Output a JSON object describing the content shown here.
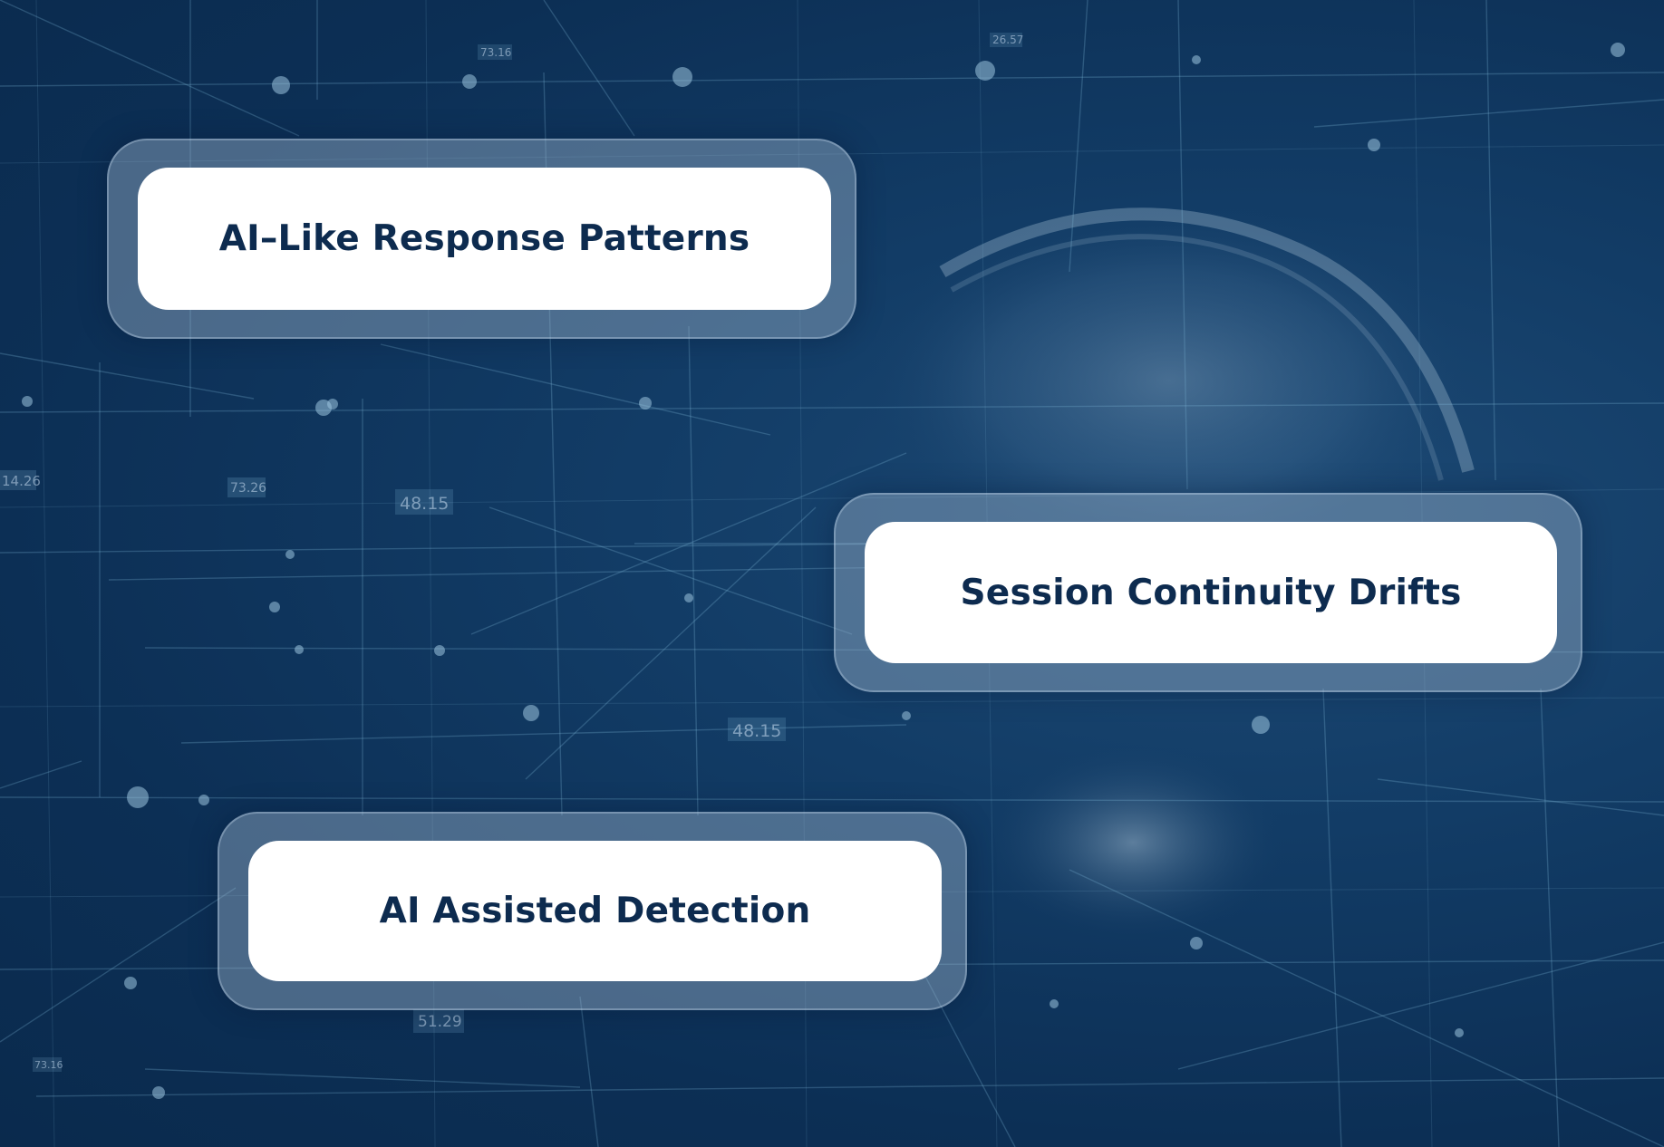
{
  "background": {
    "colors": {
      "base": "#0c2f55",
      "lines": "#7fb6d6",
      "globe": "#a9c3d8"
    },
    "number_labels": [
      "73.16",
      "26.57",
      "14.26",
      "73.26",
      "48.15",
      "48.15",
      "51.29",
      "73.16"
    ]
  },
  "cards": [
    {
      "label": "AI–Like Response Patterns"
    },
    {
      "label": "Session Continuity Drifts"
    },
    {
      "label": "AI Assisted Detection"
    }
  ],
  "colors": {
    "card_text": "#0d2b4f",
    "card_fill": "#ffffff",
    "card_frame": "#96afc8"
  }
}
